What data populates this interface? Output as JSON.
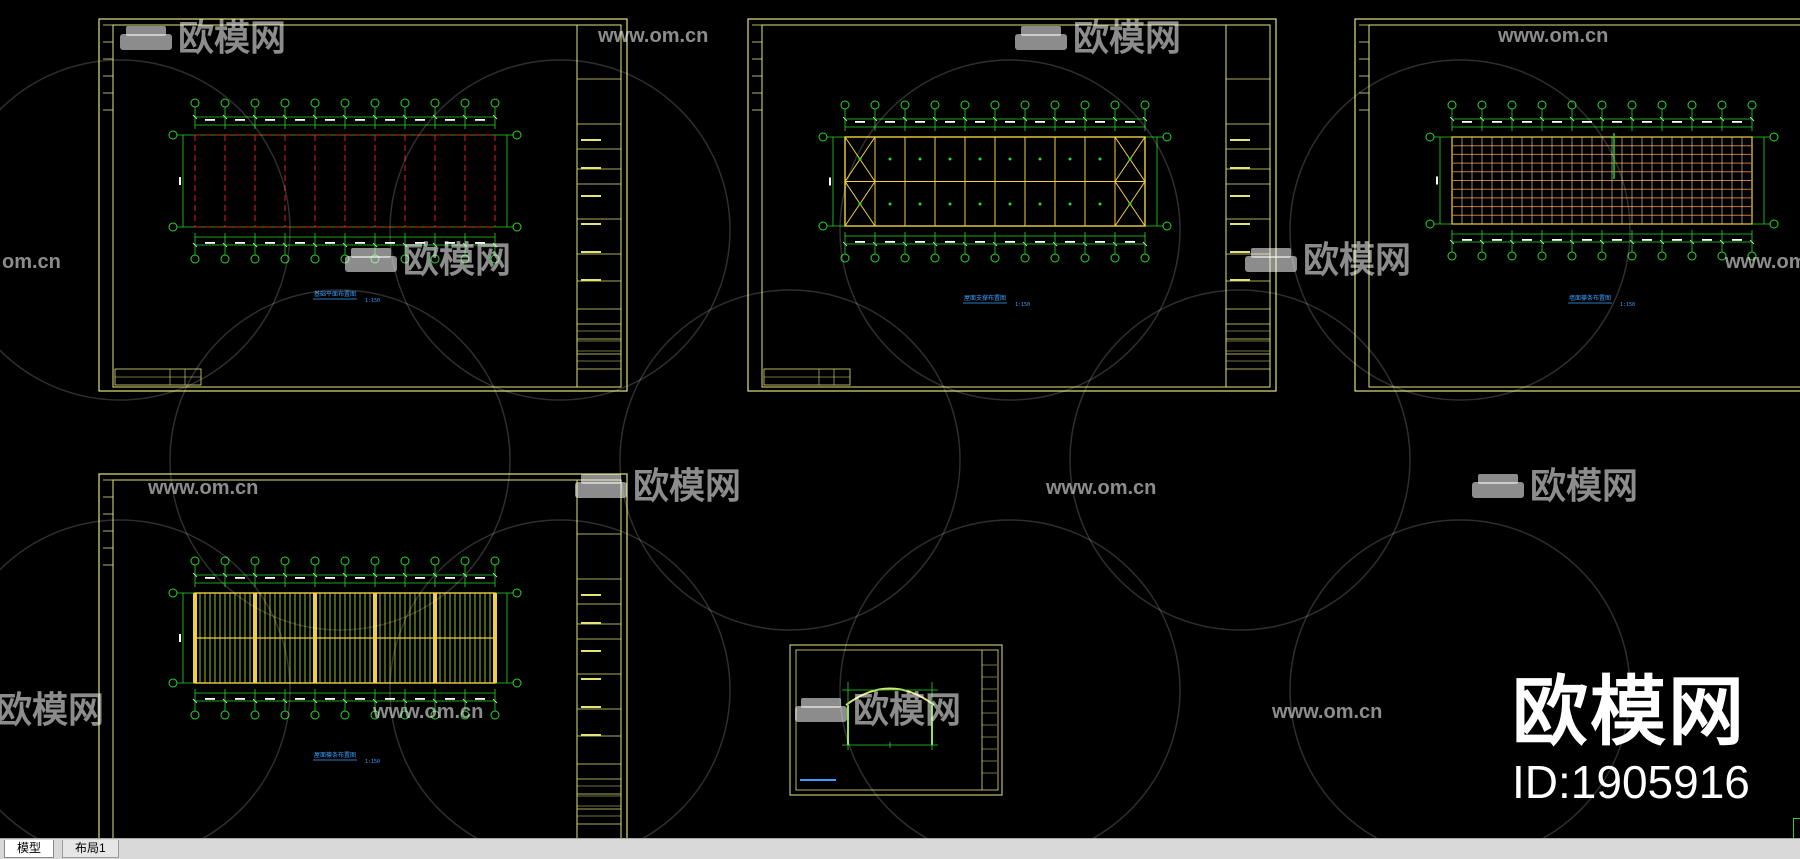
{
  "watermark": {
    "logo_text": "欧模网",
    "url_text": "www.om.cn",
    "edge_url_text": "om.cn",
    "edge_logo_text": "欧模网"
  },
  "drawing_captions": {
    "sheet_1": "基础平面布置图",
    "sheet_2": "屋面支撑布置图",
    "sheet_3": "墙面檩条布置图",
    "sheet_4": "屋面檩条布置图",
    "scale": "1:150"
  },
  "layout_tabs": {
    "model": "模型",
    "layout1": "布局1"
  },
  "brand": {
    "name": "欧模网",
    "id": "ID:1905916"
  },
  "colors": {
    "background": "#000000",
    "frame": "#e3e37a",
    "grid": "#27d827",
    "hidden_line": "#e22020",
    "dimension": "#ffffff",
    "purlin": "#f0d040",
    "caption": "#3aa0ff",
    "watermark": "#ffffff"
  }
}
